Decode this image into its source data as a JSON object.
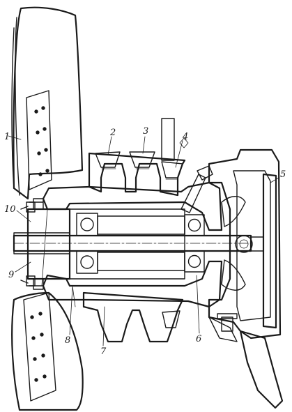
{
  "figure": {
    "callouts": [
      {
        "id": "c1",
        "text": "1"
      },
      {
        "id": "c2",
        "text": "2"
      },
      {
        "id": "c3",
        "text": "3"
      },
      {
        "id": "c4",
        "text": "4"
      },
      {
        "id": "c5",
        "text": "5"
      },
      {
        "id": "c6",
        "text": "6"
      },
      {
        "id": "c7",
        "text": "7"
      },
      {
        "id": "c8",
        "text": "8"
      },
      {
        "id": "c9",
        "text": "9"
      },
      {
        "id": "c10",
        "text": "10"
      }
    ]
  },
  "style": {
    "ink_color": "#1a1a1a",
    "background": "#ffffff",
    "hatch_color": "#1a1a1a"
  }
}
